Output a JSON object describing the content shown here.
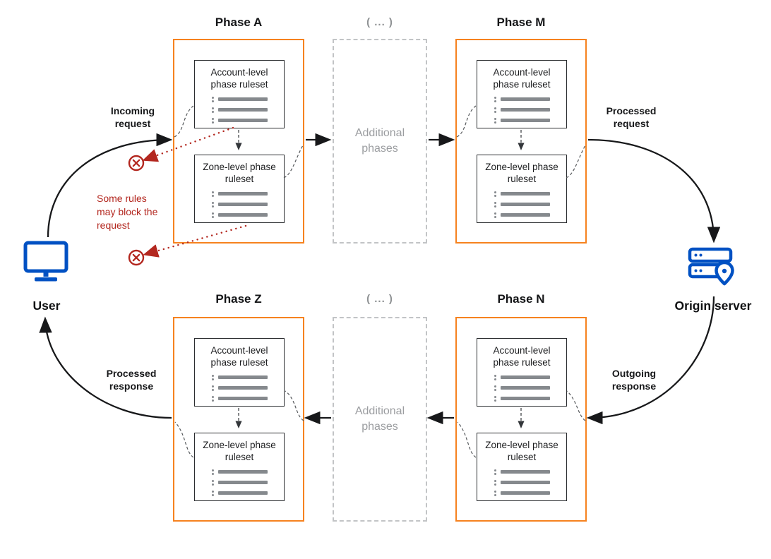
{
  "colors": {
    "accent_orange": "#f6821f",
    "brand_blue": "#0051c3",
    "alert_red": "#b3271f",
    "muted_gray": "#9b9da0"
  },
  "icons": {
    "user": "monitor-icon",
    "origin": "server-location-pin-icon",
    "block": "circled-x-icon"
  },
  "endpoints": {
    "user_label": "User",
    "origin_label": "Origin server"
  },
  "phases": [
    {
      "title": "Phase A",
      "account_ruleset": "Account-level phase ruleset",
      "zone_ruleset": "Zone-level phase ruleset"
    },
    {
      "title": "Phase M",
      "account_ruleset": "Account-level phase ruleset",
      "zone_ruleset": "Zone-level phase ruleset"
    },
    {
      "title": "Phase Z",
      "account_ruleset": "Account-level phase ruleset",
      "zone_ruleset": "Zone-level phase ruleset"
    },
    {
      "title": "Phase N",
      "account_ruleset": "Account-level phase ruleset",
      "zone_ruleset": "Zone-level phase ruleset"
    }
  ],
  "additional_phases": {
    "ellipsis": "( ... )",
    "label": "Additional phases"
  },
  "flow_labels": {
    "incoming_request": "Incoming request",
    "processed_request": "Processed request",
    "outgoing_response": "Outgoing response",
    "processed_response": "Processed response"
  },
  "block_note": "Some rules may block the request"
}
